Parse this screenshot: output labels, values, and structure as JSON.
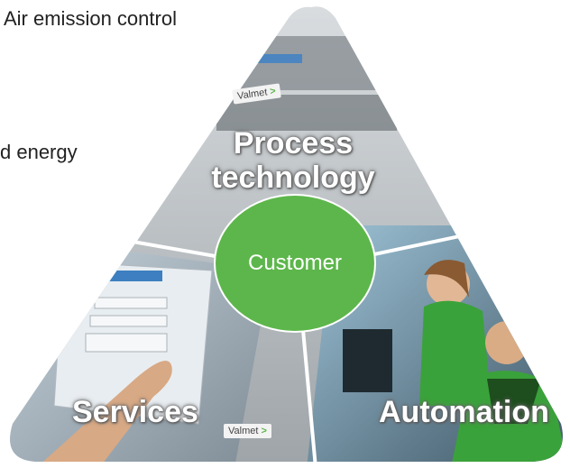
{
  "side_text": {
    "line1": "Air emission control",
    "line2": "d energy"
  },
  "segments": {
    "process": {
      "line1": "Process",
      "line2": "technology"
    },
    "services": "Services",
    "automation": "Automation"
  },
  "center": {
    "label": "Customer"
  },
  "logos": {
    "valmet": "Valmet"
  },
  "colors": {
    "accent_green": "#5db64b",
    "uniform_green": "#3aa23a"
  }
}
